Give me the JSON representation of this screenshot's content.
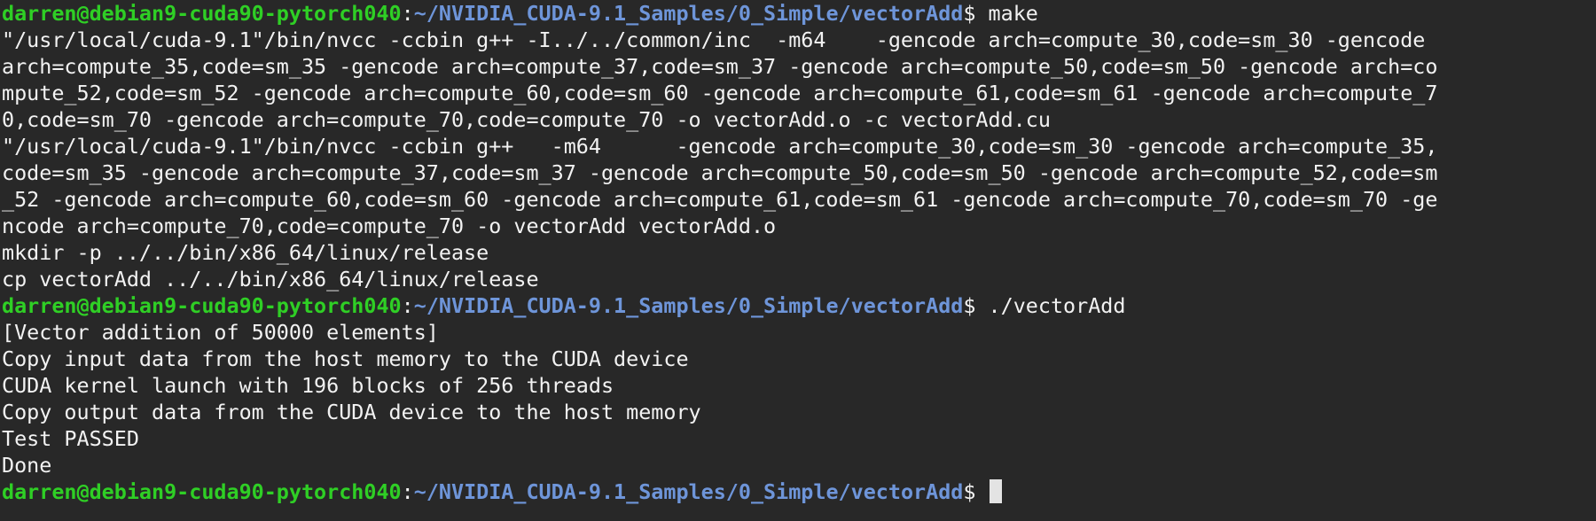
{
  "terminal": {
    "colors": {
      "background": "#282828",
      "user_host": "#2fcf25",
      "path": "#6e95d9",
      "text": "#f2f2f2"
    },
    "prompt": {
      "user_host": "darren@debian9-cuda90-pytorch040",
      "separator": ":",
      "path": "~/NVIDIA_CUDA-9.1_Samples/0_Simple/vectorAdd",
      "symbol": "$ "
    },
    "commands": {
      "make": "make",
      "run": "./vectorAdd"
    },
    "output": {
      "make": [
        "\"/usr/local/cuda-9.1\"/bin/nvcc -ccbin g++ -I../../common/inc  -m64    -gencode arch=compute_30,code=sm_30 -gencode",
        "arch=compute_35,code=sm_35 -gencode arch=compute_37,code=sm_37 -gencode arch=compute_50,code=sm_50 -gencode arch=co",
        "mpute_52,code=sm_52 -gencode arch=compute_60,code=sm_60 -gencode arch=compute_61,code=sm_61 -gencode arch=compute_7",
        "0,code=sm_70 -gencode arch=compute_70,code=compute_70 -o vectorAdd.o -c vectorAdd.cu",
        "\"/usr/local/cuda-9.1\"/bin/nvcc -ccbin g++   -m64      -gencode arch=compute_30,code=sm_30 -gencode arch=compute_35,",
        "code=sm_35 -gencode arch=compute_37,code=sm_37 -gencode arch=compute_50,code=sm_50 -gencode arch=compute_52,code=sm",
        "_52 -gencode arch=compute_60,code=sm_60 -gencode arch=compute_61,code=sm_61 -gencode arch=compute_70,code=sm_70 -ge",
        "ncode arch=compute_70,code=compute_70 -o vectorAdd vectorAdd.o",
        "mkdir -p ../../bin/x86_64/linux/release",
        "cp vectorAdd ../../bin/x86_64/linux/release"
      ],
      "run": [
        "[Vector addition of 50000 elements]",
        "Copy input data from the host memory to the CUDA device",
        "CUDA kernel launch with 196 blocks of 256 threads",
        "Copy output data from the CUDA device to the host memory",
        "Test PASSED",
        "Done"
      ]
    }
  }
}
